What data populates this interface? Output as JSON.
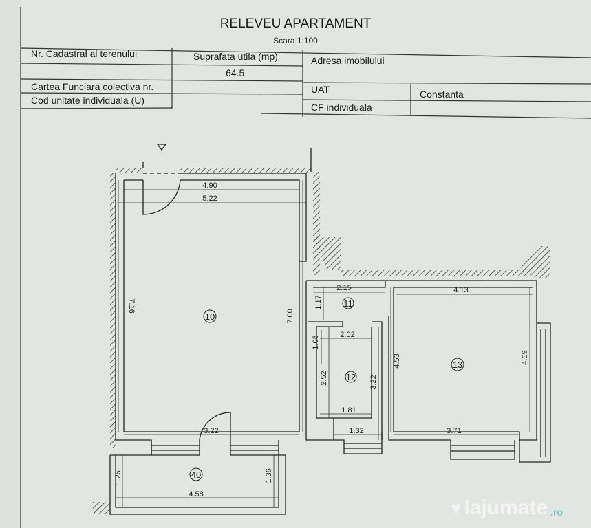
{
  "header": {
    "title": "RELEVEU APARTAMENT",
    "scale": "Scara 1:100"
  },
  "table": {
    "cadastral_label": "Nr. Cadastral al terenului",
    "area_label": "Suprafata utila (mp)",
    "area_value": "64.5",
    "address_label": "Adresa imobilului",
    "cf_collective_label": "Cartea Funciara colectiva nr.",
    "unit_code_label": "Cod unitate individuala   (U)",
    "uat_label": "UAT",
    "uat_value": "Constanta",
    "cf_individual_label": "CF individuala"
  },
  "plan": {
    "rooms": {
      "r10": "10",
      "r11": "11",
      "r12": "12",
      "r13": "13",
      "r40": "40"
    },
    "dims": {
      "d490": "4.90",
      "d522": "5.22",
      "d716": "7.16",
      "d700": "7.00",
      "d215": "2.15",
      "d413": "4.13",
      "d117": "1.17",
      "d108": "1.08",
      "d202": "2.02",
      "d252": "2.52",
      "d322v": "3.22",
      "d453": "4.53",
      "d409": "4.09",
      "d181": "1.81",
      "d132": "1.32",
      "d371": "3.71",
      "d322": "3.22",
      "d126": "1.26",
      "d136": "1.36",
      "d458": "4.58"
    }
  },
  "watermark": {
    "brand": "lajumate",
    "tld": ".ro"
  }
}
